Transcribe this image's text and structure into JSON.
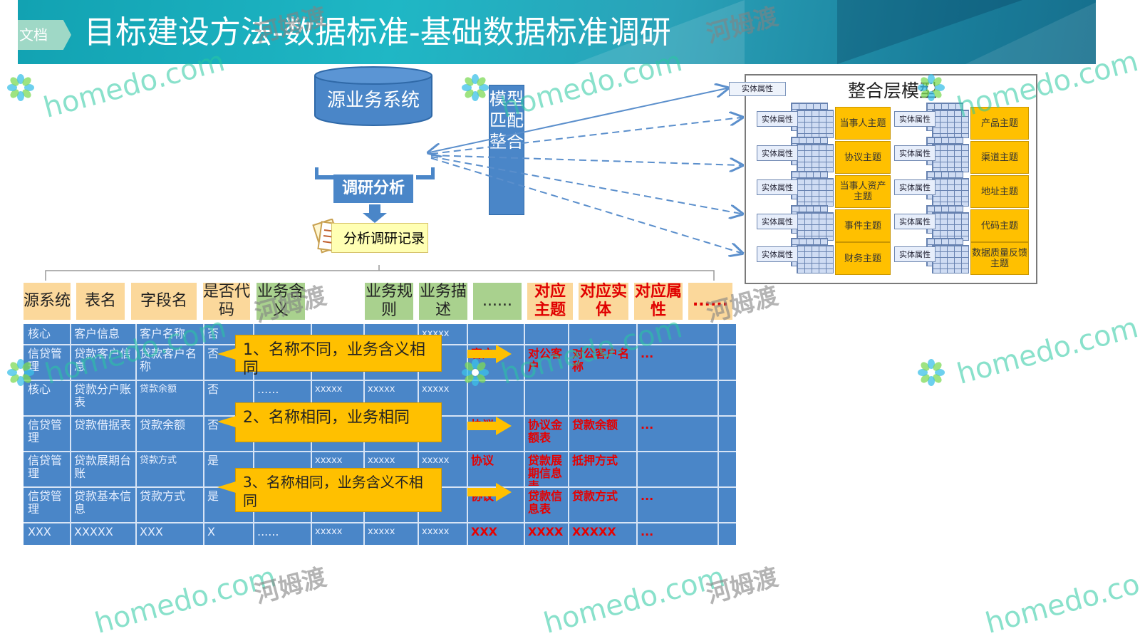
{
  "header": {
    "tag": "文档",
    "title": "目标建设方法-数据标准-基础数据标准调研"
  },
  "diagram": {
    "source_system": "源业务系统",
    "model_match": "模型匹配整合",
    "research": "调研分析",
    "record": "分析调研记录"
  },
  "model": {
    "title": "整合层模型",
    "entity_attr": "实体属性",
    "left_subjects": [
      "当事人主题",
      "协议主题",
      "当事人资产主题",
      "事件主题",
      "财务主题"
    ],
    "right_subjects": [
      "产品主题",
      "渠道主题",
      "地址主题",
      "代码主题",
      "数据质量反馈主题"
    ]
  },
  "table": {
    "headers": [
      "源系统",
      "表名",
      "字段名",
      "是否代码",
      "业务含义",
      "业务规则",
      "业务描述",
      "......",
      "对应主题",
      "对应实体",
      "对应属性",
      "......"
    ],
    "rows": [
      [
        "核心",
        "客户信息",
        "客户名称",
        "否",
        "",
        "",
        "",
        "xxxxx",
        "",
        "",
        "",
        ""
      ],
      [
        "信贷管理",
        "贷款客户信息",
        "贷款客户名称",
        "否",
        "",
        "",
        "",
        "",
        "客户",
        "对公客户",
        "对公客户名称",
        "..."
      ],
      [
        "核心",
        "贷款分户账表",
        "贷款余额",
        "否",
        "......",
        "xxxxx",
        "xxxxx",
        "xxxxx",
        "",
        "",
        "",
        ""
      ],
      [
        "信贷管理",
        "贷款借据表",
        "贷款余额",
        "否",
        "",
        "",
        "",
        "",
        "协议",
        "协议金额表",
        "贷款余额",
        "..."
      ],
      [
        "信贷管理",
        "贷款展期台账",
        "贷款方式",
        "是",
        "",
        "xxxxx",
        "xxxxx",
        "xxxxx",
        "协议",
        "贷款展期信息表",
        "抵押方式",
        ""
      ],
      [
        "信贷管理",
        "贷款基本信息",
        "贷款方式",
        "是",
        "",
        "",
        "",
        "",
        "协议",
        "贷款信息表",
        "贷款方式",
        "..."
      ],
      [
        "XXX",
        "XXXXX",
        "XXX",
        "X",
        "......",
        "xxxxx",
        "xxxxx",
        "xxxxx",
        "XXX",
        "XXXX",
        "XXXXX",
        "..."
      ]
    ],
    "callouts": [
      "1、名称不同，业务含义相同",
      "2、名称相同，业务相同",
      "3、名称相同，业务含义不相同"
    ]
  },
  "watermark": {
    "latin": "homedo.com",
    "chinese": "河姆渡"
  }
}
